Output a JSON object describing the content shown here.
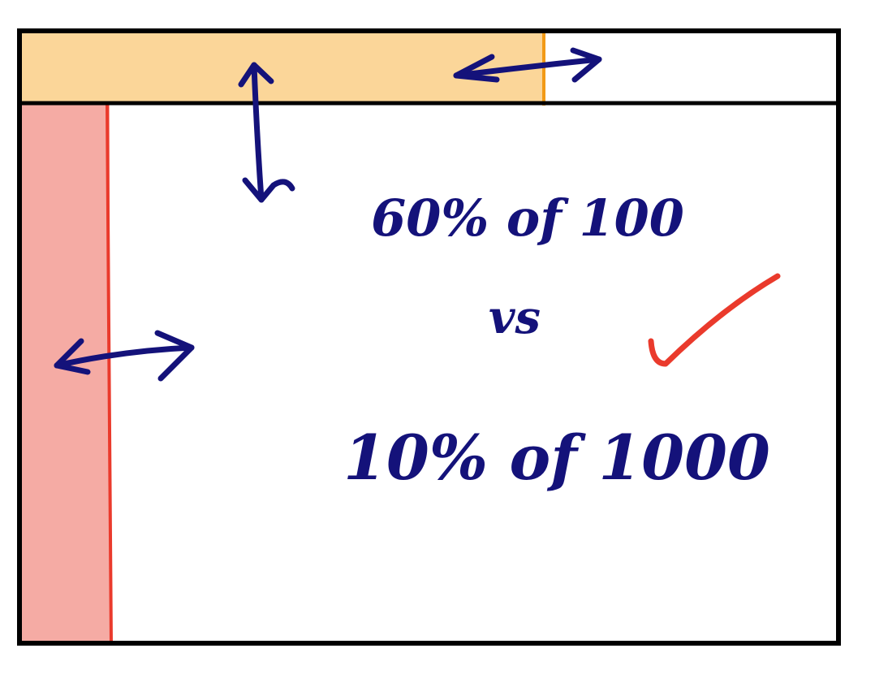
{
  "annotations": {
    "line1": "60% of 100",
    "line2": "vs",
    "line3": "10% of 1000"
  },
  "colors": {
    "ink": "#14127a",
    "frame": "#000000",
    "header_fill": "#fbd699",
    "header_edge": "#f29a16",
    "sidebar_fill": "#f5aba4",
    "sidebar_edge": "#ea3a2c",
    "check": "#ea3a2c"
  }
}
